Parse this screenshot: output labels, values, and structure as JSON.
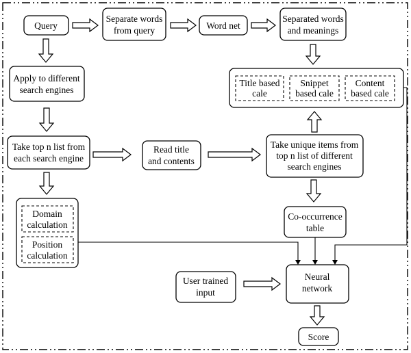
{
  "nodes": {
    "query": "Query",
    "separate_words": [
      "Separate words",
      "from query"
    ],
    "word_net": "Word net",
    "separated_words": [
      "Separated words",
      "and meanings"
    ],
    "apply_engines": [
      "Apply to different",
      "search engines"
    ],
    "take_top_prefix": "Take top ",
    "take_top_n": "n",
    "take_top_suffix": " list from",
    "take_top_line2": "each search engine",
    "read_title": [
      "Read title",
      "and contents"
    ],
    "unique_line1": "Take unique items from",
    "unique_prefix": "top ",
    "unique_n": "n",
    "unique_suffix": " list of different",
    "unique_line3": "search engines",
    "title_calc": [
      "Title based",
      "cale"
    ],
    "snippet_calc": [
      "Snippet",
      "based cale"
    ],
    "content_calc": [
      "Content",
      "based cale"
    ],
    "domain_calc": [
      "Domain",
      "calculation"
    ],
    "position_calc": [
      "Position",
      "calculation"
    ],
    "cooccurrence": [
      "Co-occurrence",
      "table"
    ],
    "user_trained": [
      "User trained",
      "input"
    ],
    "neural_network": [
      "Neural",
      "network"
    ],
    "score": "Score"
  }
}
